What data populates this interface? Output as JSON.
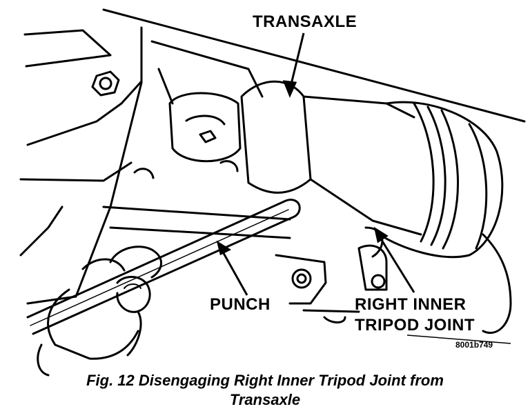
{
  "labels": {
    "transaxle": "TRANSAXLE",
    "punch": "PUNCH",
    "right_inner_line1": "RIGHT INNER",
    "right_inner_line2": "TRIPOD JOINT",
    "figure_code": "8001b749"
  },
  "caption": {
    "line1": "Fig. 12 Disengaging Right Inner Tripod Joint from",
    "line2": "Transaxle"
  }
}
